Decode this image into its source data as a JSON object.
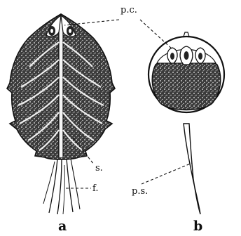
{
  "labels": {
    "pc": "p.c.",
    "s": "s.",
    "f": "f.",
    "ps": "p.s.",
    "a": "a",
    "b": "b"
  },
  "colors": {
    "ink": "#111111",
    "paper": "#ffffff"
  }
}
